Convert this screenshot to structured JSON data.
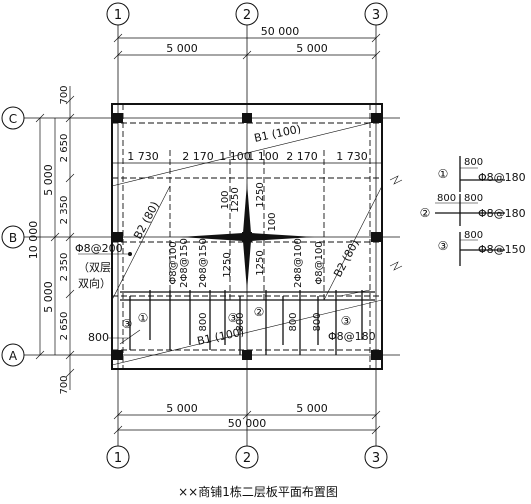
{
  "title": "××商铺1栋二层板平面布置图",
  "axes": {
    "columns": [
      "1",
      "2",
      "3"
    ],
    "rows": [
      "A",
      "B",
      "C"
    ]
  },
  "dimensions": {
    "top_total": "50 000",
    "top_spans": [
      "5 000",
      "5 000"
    ],
    "bottom_total": "50 000",
    "bottom_spans": [
      "5 000",
      "5 000"
    ],
    "left_total": "10 000",
    "left_spans": [
      "5 000",
      "5 000"
    ],
    "left_edge_top": "700",
    "left_edge_bottom": "700",
    "left_sub_upper": [
      "2 650",
      "2 350"
    ],
    "left_sub_lower": [
      "2 350",
      "2 650"
    ],
    "mid_row": [
      "1 730",
      "2 170",
      "1 100",
      "1 100",
      "2 170",
      "1 730"
    ]
  },
  "slab_labels": {
    "b1_top": "B1 (100)",
    "b1_bottom": "B1 (100)",
    "b2_left": "B2 (80)",
    "b2_right": "B2 (80)"
  },
  "rebar_labels": {
    "left_main": "Φ8@200",
    "left_note": "（双层",
    "left_note2": "双向）",
    "bottom_left": "800",
    "phi100_a": "Φ8@100",
    "phi150_a": "2Φ8@150",
    "phi150_b": "2Φ8@150",
    "phi100_b": "2Φ8@100",
    "phi100_c": "Φ8@100",
    "phi180_bottom": "Φ8@180",
    "v1250_a": "1250",
    "v1250_b": "1250",
    "v1250_c": "1250",
    "v1250_d": "1250",
    "v100_a": "100",
    "v100_b": "100",
    "v800_a": "800",
    "v800_b": "800",
    "v800_c": "800",
    "v800_d": "800"
  },
  "markers": {
    "m1_a": "①",
    "m3_a": "③",
    "m3_b": "③",
    "m2_a": "②",
    "m3_c": "③"
  },
  "legend": [
    {
      "marker": "①",
      "len": "800",
      "spec": "Φ8@180"
    },
    {
      "marker": "②",
      "len_left": "800",
      "len_right": "800",
      "spec": "Φ8@180"
    },
    {
      "marker": "③",
      "len": "800",
      "spec": "Φ8@150"
    }
  ]
}
